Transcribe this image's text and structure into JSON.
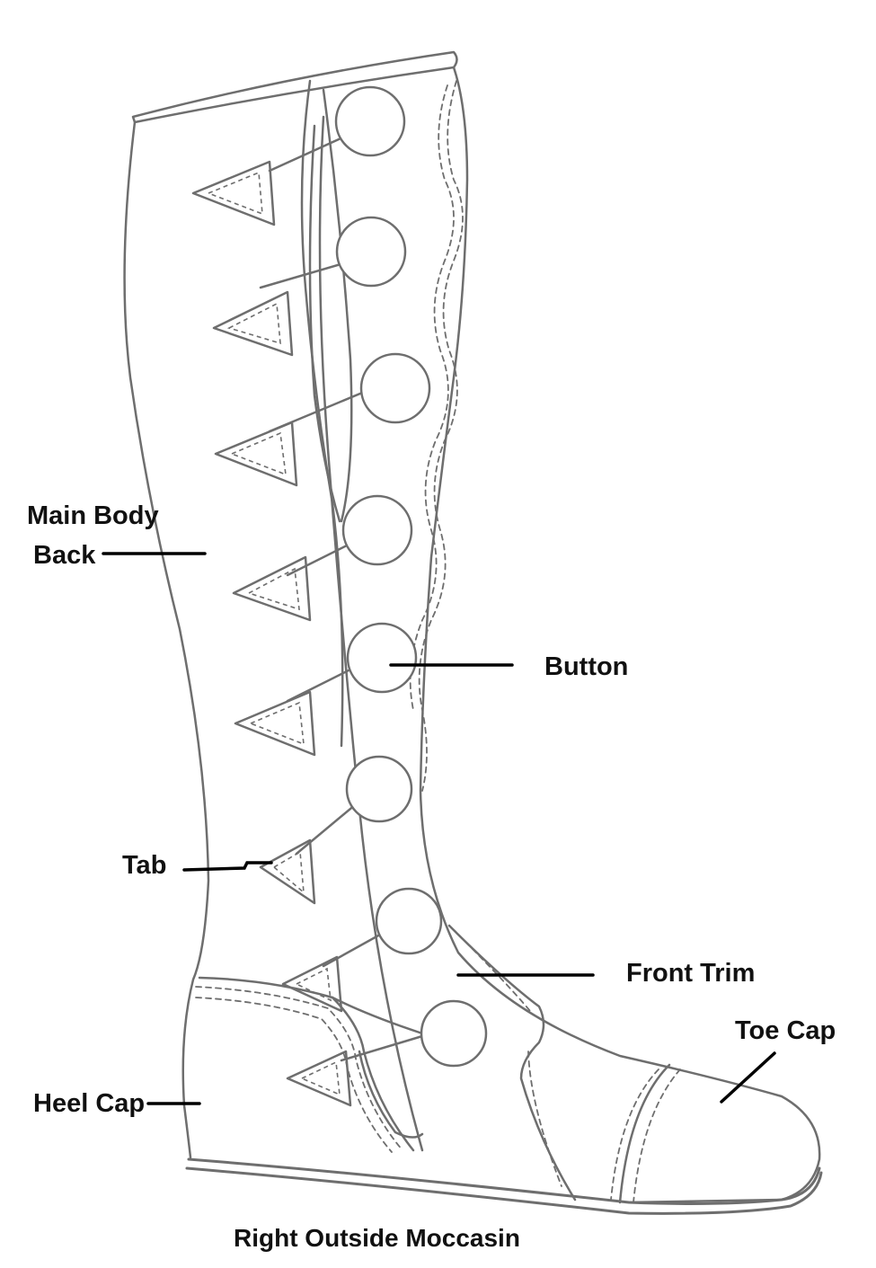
{
  "diagram": {
    "caption": "Right Outside Moccasin",
    "labels": {
      "main_body": "Main Body",
      "back": "Back",
      "button": "Button",
      "tab": "Tab",
      "front_trim": "Front Trim",
      "toe_cap": "Toe Cap",
      "heel_cap": "Heel Cap"
    },
    "colors": {
      "pencil": "#6e6e6e",
      "leader": "#000000",
      "background": "#ffffff"
    }
  }
}
